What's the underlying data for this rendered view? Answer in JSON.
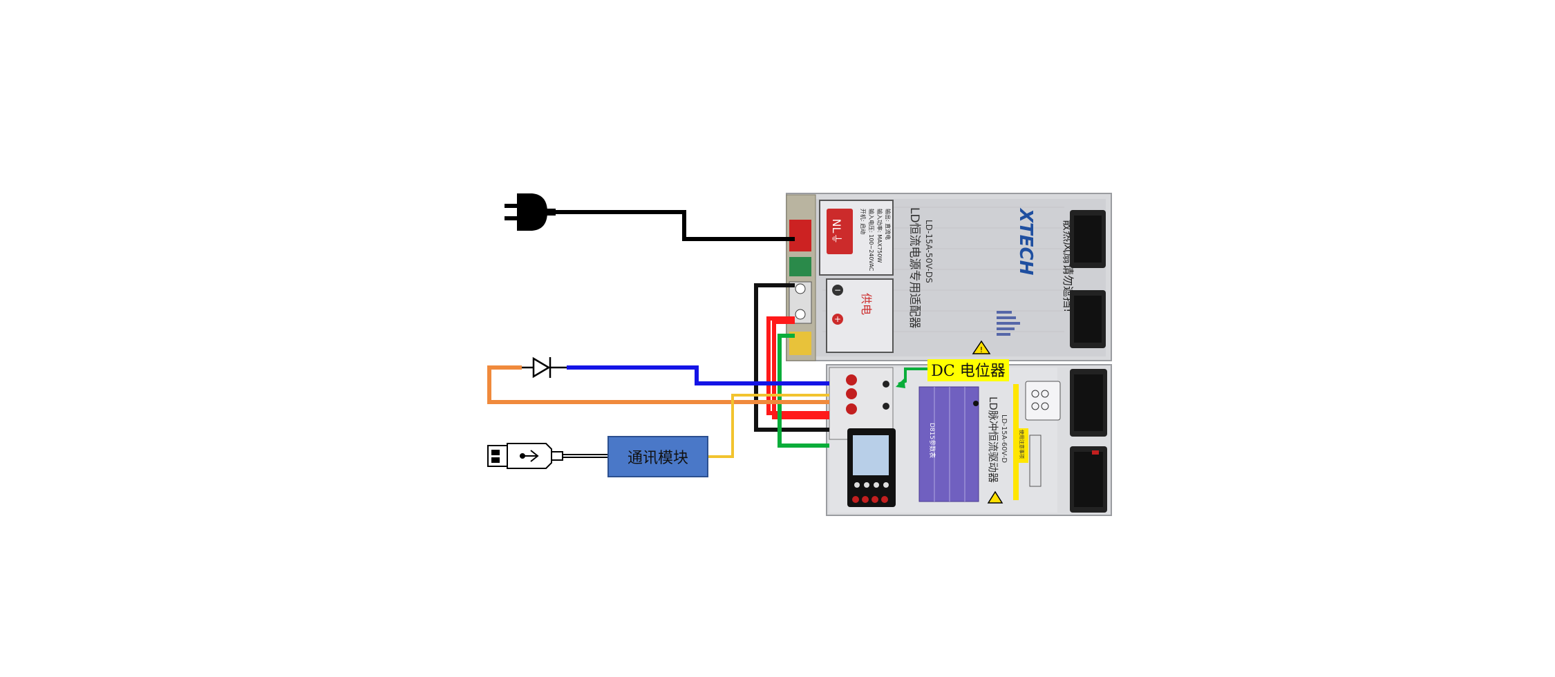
{
  "labels": {
    "comm_module": "通讯模块",
    "dc_pot": "DC 电位器"
  },
  "power_supply": {
    "brand": "XTECH",
    "title": "LD恒流电源专用适配器",
    "model": "LD-15A-50V-DS",
    "fan_warning": "散热风扇请勿遮挡!",
    "terminal_label": "NL⏚",
    "power_label": "供电",
    "spec_lines": [
      "输入电压: 100~240VAC",
      "输入功率: MAX750W",
      "开机: 启动",
      "输出: 直流电"
    ]
  },
  "driver": {
    "title": "LD脉冲恒流驱动器",
    "model": "LD-15A-60V-D",
    "table_title": "D815参数表",
    "note_tag": "使用注意事项"
  },
  "colors": {
    "mains": "#000000",
    "blue": "#1414e6",
    "orange": "#f08a3c",
    "red": "#ff1a1a",
    "black": "#111111",
    "green": "#0aad3a",
    "yellow": "#f2c32e",
    "module_fill": "#4a78c8",
    "pot_label_bg": "#ffff00"
  },
  "icons": [
    "plug-icon",
    "diode-icon",
    "usb-plug-icon",
    "warning-icon",
    "fan-icon"
  ]
}
